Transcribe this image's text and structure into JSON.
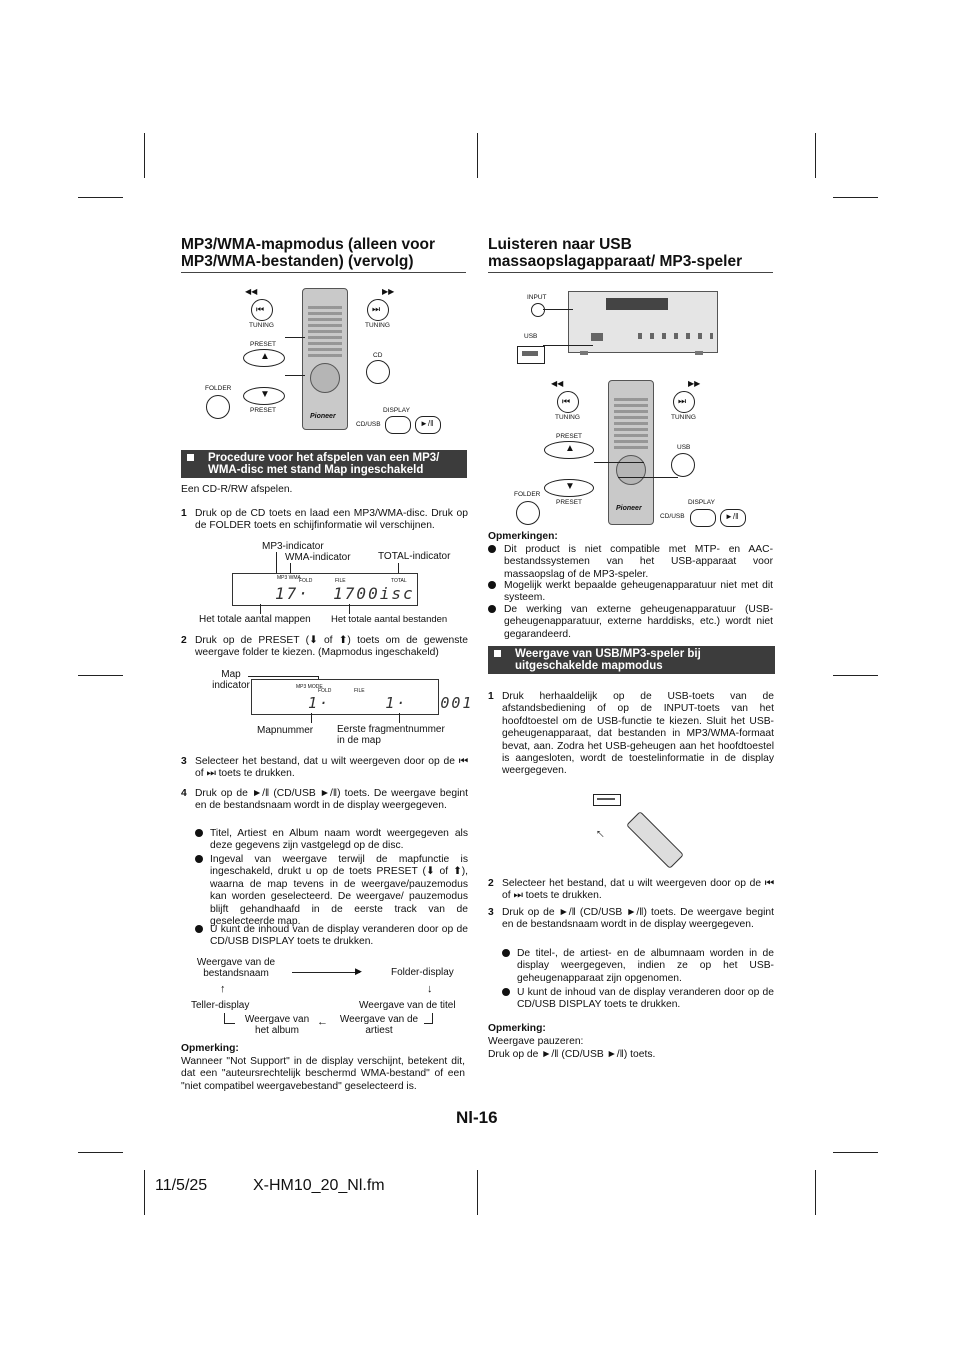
{
  "left": {
    "title_line1": "MP3/WMA-mapmodus (alleen voor",
    "title_line2": "MP3/WMA-bestanden) (vervolg)",
    "section_bar_line1": "Procedure voor het afspelen van een MP3/",
    "section_bar_line2": "WMA-disc met stand Map ingeschakeld",
    "intro": "Een CD-R/RW afspelen.",
    "step1_num": "1",
    "step1_text": "Druk op de CD toets en laad een MP3/WMA-disc. Druk op de FOLDER toets en schijfinformatie wil verschijnen.",
    "display1": {
      "mp3_indicator": "MP3-indicator",
      "wma_indicator": "WMA-indicator",
      "total_indicator": "TOTAL-indicator",
      "small_label": "MP3 WMA",
      "fold": "FOLD",
      "file": "FILE",
      "total": "TOTAL",
      "segments": "17·  1700isc",
      "total_folders": "Het totale aantal mappen",
      "total_files": "Het totale aantal bestanden"
    },
    "step2_num": "2",
    "step2_text": "Druk op de PRESET (⬇ of ⬆) toets om de gewenste weergave folder te kiezen. (Mapmodus ingeschakeld)",
    "display2": {
      "map_indicator_line1": "Map",
      "map_indicator_line2": "indicator",
      "small_label": "MP3 MODE",
      "fold": "FOLD",
      "file": "FILE",
      "segments": "1·     1·   001",
      "folder_number": "Mapnummer",
      "first_track_line1": "Eerste fragmentnummer",
      "first_track_line2": "in de map"
    },
    "step3_num": "3",
    "step3_text": "Selecteer het bestand, dat u wilt weergeven door op de ⏮ of ⏭ toets te drukken.",
    "step4_num": "4",
    "step4_text": "Druk op de ►/‖ (CD/USB ►/‖) toets. De weergave begint en de bestandsnaam wordt in de display weergegeven.",
    "bullets": [
      "Titel, Artiest en Album naam wordt weergegeven als deze gegevens zijn vastgelegd op de disc.",
      "Ingeval van weergave terwijl de mapfunctie is ingeschakeld, drukt u op de toets PRESET (⬇ of ⬆), waarna de map tevens in de weergave/pauzemodus kan worden geselecteerd. De weergave/ pauzemodus blijft gehandhaafd in de eerste track van de geselecteerde map.",
      "U kunt de inhoud van de display veranderen door op de CD/USB DISPLAY toets te drukken."
    ],
    "flow": {
      "filename_line1": "Weergave van de",
      "filename_line2": "bestandsnaam",
      "folder": "Folder-display",
      "counter": "Teller-display",
      "title": "Weergave van de titel",
      "album_line1": "Weergave van",
      "album_line2": "het album",
      "artist_line1": "Weergave van de",
      "artist_line2": "artiest"
    },
    "note_heading": "Opmerking:",
    "note_text": "Wanneer \"Not Support\" in de display verschijnt, betekent dit, dat een \"auteursrechtelijk beschermd WMA-bestand\" of een \"niet compatibel weergavebestand\" geselecteerd is.",
    "fig": {
      "tuning_left": "TUNING",
      "tuning_right": "TUNING",
      "preset_up": "PRESET",
      "preset_down": "PRESET",
      "folder": "FOLDER",
      "cd": "CD",
      "display": "DISPLAY",
      "cdusb": "CD/USB",
      "pioneer": "Pioneer"
    }
  },
  "right": {
    "title_line1": "Luisteren naar USB",
    "title_line2": "massaopslagapparaat/ MP3-speler",
    "fig": {
      "input": "INPUT",
      "usb": "USB",
      "tuning_left": "TUNING",
      "tuning_right": "TUNING",
      "preset_up": "PRESET",
      "preset_down": "PRESET",
      "usb_btn": "USB",
      "folder": "FOLDER",
      "display": "DISPLAY",
      "cdusb": "CD/USB",
      "pioneer": "Pioneer"
    },
    "notes_heading": "Opmerkingen:",
    "notes": [
      "Dit product is niet compatible met MTP- en AAC-bestandssystemen van het USB-apparaat voor massaopslag of de MP3-speler.",
      "Mogelijk werkt bepaalde geheugenapparatuur niet met dit systeem.",
      "De werking van externe geheugenapparatuur (USB-geheugenapparatuur, externe harddisks, etc.) wordt niet gegarandeerd."
    ],
    "section_bar_line1": "Weergave van USB/MP3-speler bij",
    "section_bar_line2": "uitgeschakelde mapmodus",
    "step1_num": "1",
    "step1_text": "Druk herhaaldelijk op de USB-toets van de afstandsbediening of op de INPUT-toets van het hoofdtoestel om de USB-functie te kiezen. Sluit het USB-geheugenapparaat, dat bestanden in MP3/WMA-formaat bevat, aan. Zodra het USB-geheugen aan het hoofdtoestel is aangesloten, wordt de toestelinformatie in de display weergegeven.",
    "step2_num": "2",
    "step2_text": "Selecteer het bestand, dat u wilt weergeven door op de ⏮ of ⏭ toets te drukken.",
    "step3_num": "3",
    "step3_text": "Druk op de ►/‖ (CD/USB ►/‖) toets. De weergave begint en de bestandsnaam wordt in de display weergegeven.",
    "bullets": [
      "De titel-, de artiest- en de albumnaam worden in de display weergegeven, indien ze op het USB-geheugenapparaat zijn opgenomen.",
      "U kunt de inhoud van de display veranderen door op de CD/USB DISPLAY toets te drukken."
    ],
    "note_heading": "Opmerking:",
    "note_line1": "Weergave pauzeren:",
    "note_line2": "Druk op de ►/‖ (CD/USB ►/‖) toets."
  },
  "page_number": "Nl-16",
  "footer_date": "11/5/25",
  "footer_file": "X-HM10_20_Nl.fm"
}
